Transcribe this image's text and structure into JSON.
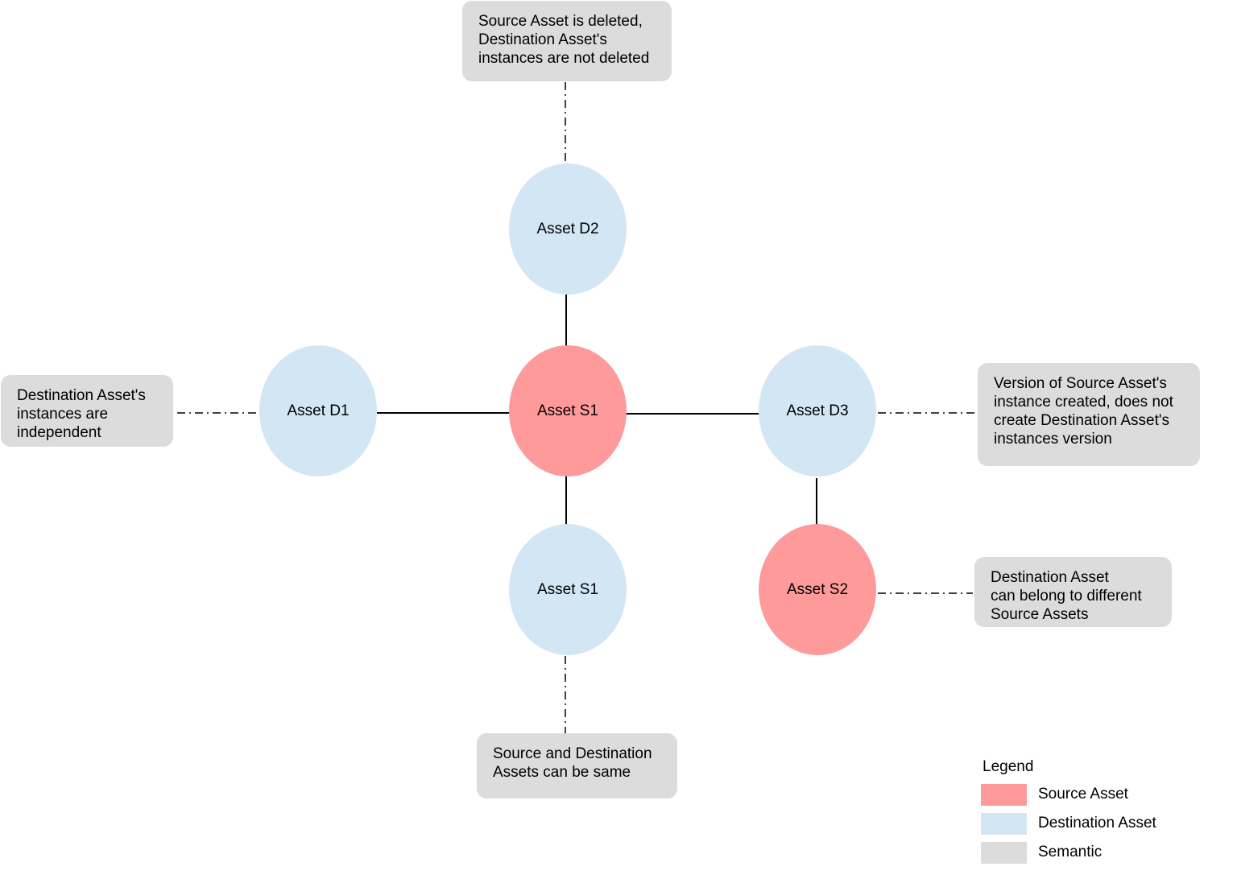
{
  "nodes": {
    "d2": {
      "label": "Asset D2",
      "kind": "destination"
    },
    "d1": {
      "label": "Asset D1",
      "kind": "destination"
    },
    "s1": {
      "label": "Asset S1",
      "kind": "source"
    },
    "d3": {
      "label": "Asset D3",
      "kind": "destination"
    },
    "s1_dest": {
      "label": "Asset S1",
      "kind": "destination"
    },
    "s2": {
      "label": "Asset S2",
      "kind": "source"
    }
  },
  "notes": {
    "top": "Source Asset is deleted,\nDestination Asset's\ninstances are not deleted",
    "left": "Destination Asset's\ninstances are\nindependent",
    "right": "Version of Source Asset's\ninstance created, does not\ncreate Destination Asset's\ninstances version",
    "right_lower": "Destination Asset\ncan belong to different\nSource Assets",
    "bottom": "Source and Destination\nAssets can be same"
  },
  "legend": {
    "title": "Legend",
    "items": [
      {
        "label": "Source Asset",
        "color": "#ff9a9a"
      },
      {
        "label": "Destination Asset",
        "color": "#d2e6f3"
      },
      {
        "label": "Semantic",
        "color": "#dcdcdc"
      }
    ]
  },
  "colors": {
    "source": "#ff9a9a",
    "destination": "#d2e6f3",
    "semantic": "#dcdcdc",
    "edge": "#000000"
  }
}
